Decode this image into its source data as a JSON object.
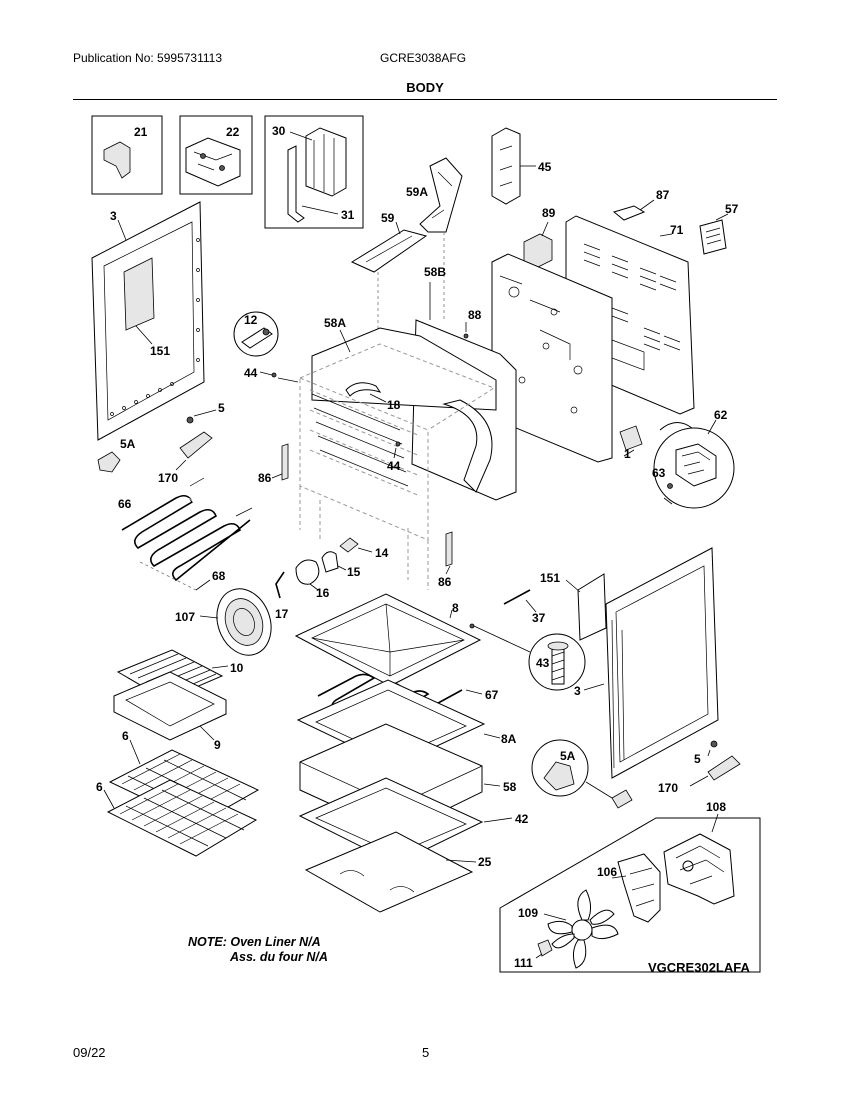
{
  "header": {
    "publication": "Publication No: 5995731113",
    "model": "GCRE3038AFG",
    "section": "BODY"
  },
  "footer": {
    "date": "09/22",
    "page": "5"
  },
  "diagram": {
    "callouts": {
      "p21": "21",
      "p22": "22",
      "p30": "30",
      "p31": "31",
      "p45": "45",
      "p59a": "59A",
      "p59": "59",
      "p87": "87",
      "p57": "57",
      "p89": "89",
      "p71": "71",
      "p3a": "3",
      "p151a": "151",
      "p58b": "58B",
      "p88": "88",
      "p12": "12",
      "p58a": "58A",
      "p44a": "44",
      "p18": "18",
      "p5a": "5",
      "p5aa": "5A",
      "p170a": "170",
      "p86a": "86",
      "p44b": "44",
      "p62": "62",
      "p1": "1",
      "p63": "63",
      "p66": "66",
      "p14": "14",
      "p15": "15",
      "p68": "68",
      "p16": "16",
      "p86b": "86",
      "p151b": "151",
      "p107": "107",
      "p17": "17",
      "p8": "8",
      "p37": "37",
      "p43": "43",
      "p10": "10",
      "p67": "67",
      "p3b": "3",
      "p9": "9",
      "p8a": "8A",
      "p6a": "6",
      "p5ab": "5A",
      "p5b": "5",
      "p6b": "6",
      "p58": "58",
      "p170b": "170",
      "p108": "108",
      "p42": "42",
      "p106": "106",
      "p25": "25",
      "p109": "109",
      "p111": "111"
    },
    "note_line1": "NOTE: Oven Liner N/A",
    "note_line2": "Ass. du four N/A",
    "kit_code": "VGCRE302LAFA"
  }
}
